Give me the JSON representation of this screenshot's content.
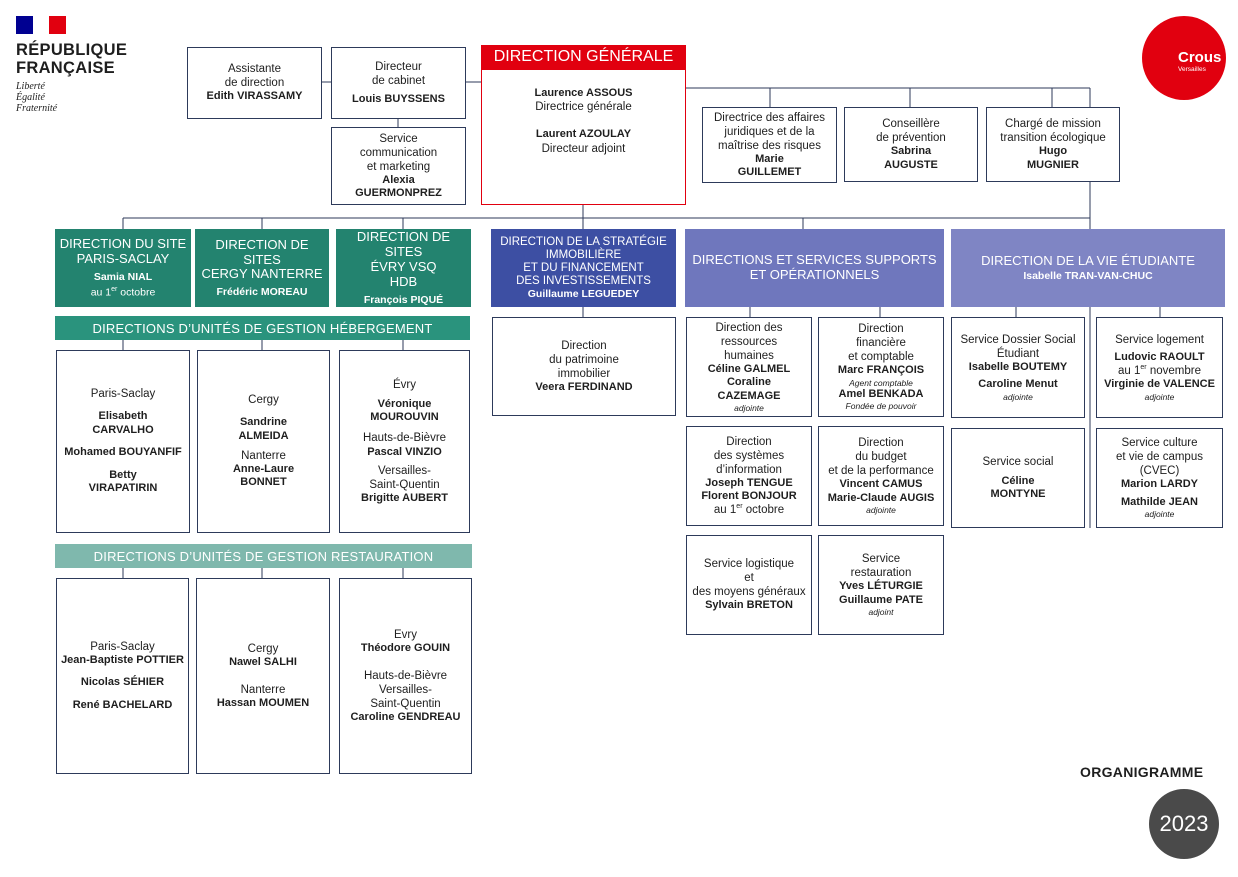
{
  "header": {
    "republique_line1": "RÉPUBLIQUE",
    "republique_line2": "FRANÇAISE",
    "motto": [
      "Liberté",
      "Égalité",
      "Fraternité"
    ],
    "crous_logo": "Crous",
    "crous_sub": "Versailles"
  },
  "top": {
    "assistant": {
      "role_1": "Assistante",
      "role_2": "de direction",
      "name": "Edith VIRASSAMY"
    },
    "cabinet": {
      "role_1": "Directeur",
      "role_2": "de cabinet",
      "name": "Louis BUYSSENS"
    },
    "communication": {
      "role_1": "Service",
      "role_2": "communication",
      "role_3": "et marketing",
      "name_1": "Alexia",
      "name_2": "GUERMONPREZ"
    },
    "dg": {
      "title": "DIRECTION GÉNÉRALE",
      "name_1": "Laurence ASSOUS",
      "role_1": "Directrice générale",
      "name_2": "Laurent AZOULAY",
      "role_2": "Directeur adjoint"
    },
    "juridique": {
      "role_1": "Directrice des affaires",
      "role_2": "juridiques et de la",
      "role_3": "maîtrise des risques",
      "name_1": "Marie",
      "name_2": "GUILLEMET"
    },
    "prevention": {
      "role_1": "Conseillère",
      "role_2": "de prévention",
      "name_1": "Sabrina",
      "name_2": "AUGUSTE"
    },
    "ecologie": {
      "role_1": "Chargé de mission",
      "role_2": "transition écologique",
      "name_1": "Hugo",
      "name_2": "MUGNIER"
    }
  },
  "sites": {
    "saclay": {
      "title_1": "DIRECTION DU SITE",
      "title_2": "PARIS-SACLAY",
      "name": "Samia NIAL",
      "note_1": "au 1",
      "note_sup": "er",
      "note_2": " octobre"
    },
    "cergy": {
      "title_1": "DIRECTION DE SITES",
      "title_2": "CERGY NANTERRE",
      "name": "Frédéric MOREAU"
    },
    "evry": {
      "title_1": "DIRECTION DE SITES",
      "title_2": "ÉVRY VSQ",
      "title_3": "HDB",
      "name": "François PIQUÉ"
    }
  },
  "hebergement": {
    "band": "DIRECTIONS D’UNITÉS DE GESTION HÉBERGEMENT",
    "col1": {
      "site": "Paris-Saclay",
      "p1a": "Elisabeth",
      "p1b": "CARVALHO",
      "p2": "Mohamed BOUYANFIF",
      "p3a": "Betty",
      "p3b": "VIRAPATIRIN"
    },
    "col2": {
      "site1": "Cergy",
      "p1a": "Sandrine",
      "p1b": "ALMEIDA",
      "site2": "Nanterre",
      "p2a": "Anne-Laure",
      "p2b": "BONNET"
    },
    "col3": {
      "site1": "Évry",
      "p1a": "Véronique",
      "p1b": "MOUROUVIN",
      "site2": "Hauts-de-Bièvre",
      "p2": "Pascal VINZIO",
      "site3a": "Versailles-",
      "site3b": "Saint-Quentin",
      "p3": "Brigitte AUBERT"
    }
  },
  "restauration": {
    "band": "DIRECTIONS D’UNITÉS DE GESTION RESTAURATION",
    "col1": {
      "site": "Paris-Saclay",
      "p1": "Jean-Baptiste POTTIER",
      "p2": "Nicolas SÉHIER",
      "p3": "René BACHELARD"
    },
    "col2": {
      "site1": "Cergy",
      "p1": "Nawel SALHI",
      "site2": "Nanterre",
      "p2": "Hassan MOUMEN"
    },
    "col3": {
      "site1": "Evry",
      "p1": "Théodore GOUIN",
      "site2": "Hauts-de-Bièvre",
      "site3a": "Versailles-",
      "site3b": "Saint-Quentin",
      "p3": "Caroline GENDREAU"
    }
  },
  "strategie": {
    "title_1": "DIRECTION DE LA STRATÉGIE",
    "title_2": "IMMOBILIÈRE",
    "title_3": "ET DU FINANCEMENT",
    "title_4": "DES INVESTISSEMENTS",
    "name": "Guillaume LEGUEDEY",
    "patrimoine": {
      "role_1": "Direction",
      "role_2": "du patrimoine",
      "role_3": "immobilier",
      "name": "Veera FERDINAND"
    }
  },
  "supports": {
    "title_1": "DIRECTIONS ET SERVICES SUPPORTS",
    "title_2": "ET OPÉRATIONNELS",
    "rh": {
      "role_1": "Direction des",
      "role_2": "ressources",
      "role_3": "humaines",
      "name_1": "Céline GALMEL",
      "name_2a": "Coraline",
      "name_2b": "CAZEMAGE",
      "note": "adjointe"
    },
    "financiere": {
      "role_1": "Direction",
      "role_2": "financière",
      "role_3": "et comptable",
      "name_1": "Marc FRANÇOIS",
      "note_1": "Agent comptable",
      "name_2": "Amel BENKADA",
      "note_2": "Fondée de pouvoir"
    },
    "si": {
      "role_1": "Direction",
      "role_2": "des systèmes",
      "role_3": "d’information",
      "name_1": "Joseph TENGUE",
      "name_2": "Florent BONJOUR",
      "note_1": "au 1",
      "note_sup": "er",
      "note_2": " octobre"
    },
    "budget": {
      "role_1": "Direction",
      "role_2": "du budget",
      "role_3": "et de la performance",
      "name_1": "Vincent CAMUS",
      "name_2": "Marie-Claude AUGIS",
      "note": "adjointe"
    },
    "logistique": {
      "role_1": "Service logistique",
      "role_2": "et",
      "role_3": "des moyens généraux",
      "name": "Sylvain BRETON"
    },
    "restauration": {
      "role_1": "Service",
      "role_2": "restauration",
      "name_1": "Yves LÉTURGIE",
      "name_2": "Guillaume PATE",
      "note": "adjoint"
    }
  },
  "vie_etudiante": {
    "title": "DIRECTION DE LA VIE ÉTUDIANTE",
    "name": "Isabelle TRAN-VAN-CHUC",
    "dse": {
      "role_1": "Service Dossier Social",
      "role_2": "Étudiant",
      "name_1": "Isabelle BOUTEMY",
      "name_2": "Caroline Menut",
      "note": "adjointe"
    },
    "logement": {
      "role": "Service logement",
      "name_1": "Ludovic RAOULT",
      "note_1": "au 1",
      "note_sup": "er",
      "note_2": " novembre",
      "name_2": "Virginie de VALENCE",
      "note": "adjointe"
    },
    "social": {
      "role": "Service social",
      "name_1": "Céline",
      "name_2": "MONTYNE"
    },
    "cvec": {
      "role_1": "Service culture",
      "role_2": "et vie de campus",
      "role_3": "(CVEC)",
      "name_1": "Marion LARDY",
      "name_2": "Mathilde JEAN",
      "note": "adjointe"
    }
  },
  "footer": {
    "label": "ORGANIGRAMME",
    "year": "2023"
  },
  "colors": {
    "red": "#e1000f",
    "teal": "#23836f",
    "teal_light": "#7fb8ad",
    "blue": "#3d4fa3",
    "lavender": "#6f77bd"
  }
}
